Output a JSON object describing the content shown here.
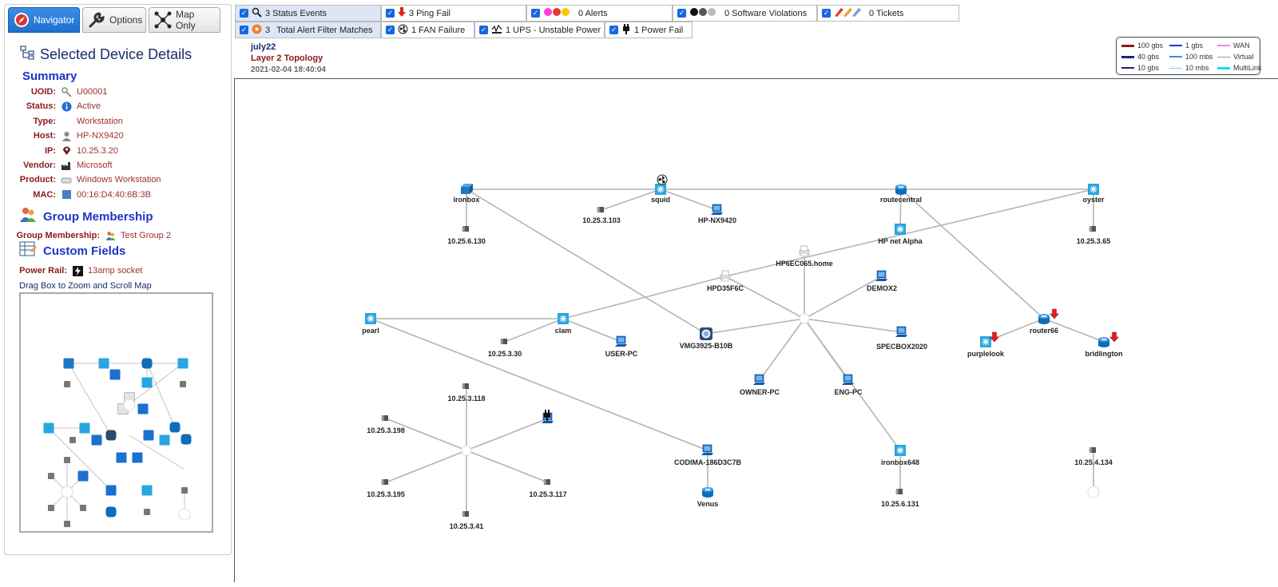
{
  "tabs": [
    {
      "label": "Navigator",
      "icon": "compass-icon",
      "active": true
    },
    {
      "label": "Options",
      "icon": "wrench-icon",
      "active": false
    },
    {
      "label": "Map Only",
      "icon": "network-icon",
      "active": false
    }
  ],
  "details": {
    "title": "Selected Device Details",
    "summary_heading": "Summary",
    "fields": [
      {
        "label": "UOID:",
        "value": "U00001",
        "icon": "key-icon"
      },
      {
        "label": "Status:",
        "value": "Active",
        "icon": "info-icon"
      },
      {
        "label": "Type:",
        "value": "Workstation",
        "icon": ""
      },
      {
        "label": "Host:",
        "value": "HP-NX9420",
        "icon": "person-icon"
      },
      {
        "label": "IP:",
        "value": "10.25.3.20",
        "icon": "location-pin-icon"
      },
      {
        "label": "Vendor:",
        "value": "Microsoft",
        "icon": "factory-icon"
      },
      {
        "label": "Product:",
        "value": "Windows Workstation",
        "icon": "product-icon"
      },
      {
        "label": "MAC:",
        "value": "00:16:D4:40:6B:3B",
        "icon": "chip-icon"
      }
    ],
    "group_heading": "Group Membership",
    "group_label": "Group Membership:",
    "group_value": "Test Group 2",
    "custom_heading": "Custom Fields",
    "custom_label": "Power Rail:",
    "custom_value": "13amp socket",
    "minimap_caption": "Drag Box to Zoom and Scroll Map"
  },
  "filters": {
    "status_events": "3 Status Events",
    "ping_fail": "3 Ping Fail",
    "alerts": "0 Alerts",
    "software_violations": "0 Software Violations",
    "tickets": "0 Tickets",
    "alert_filter_count": "3",
    "alert_filter_label": "Total Alert Filter Matches",
    "fan_failure": "1  FAN Failure",
    "ups_unstable": "1  UPS - Unstable Power",
    "power_fail": "1  Power Fail"
  },
  "map_header": {
    "name": "july22",
    "subtitle": "Layer 2 Topology",
    "timestamp": "2021-02-04 18:40:04"
  },
  "legend": {
    "items": [
      {
        "label": "100 gbs",
        "color": "#8b1a1a"
      },
      {
        "label": "40 gbs",
        "color": "#1a237e"
      },
      {
        "label": "10 gbs",
        "color": "#1a237e"
      },
      {
        "label": "1 gbs",
        "color": "#1a35e0"
      },
      {
        "label": "100 mbs",
        "color": "#3b8ee6"
      },
      {
        "label": "10 mbs",
        "color": "#8ec3f0"
      },
      {
        "label": "WAN",
        "color": "#ee82ee"
      },
      {
        "label": "Virtual",
        "color": "#999999"
      },
      {
        "label": "MultiLink",
        "color": "#00e5ee"
      }
    ]
  },
  "nodes": [
    {
      "id": "ironbox",
      "label": "ironbox",
      "type": "switch",
      "icon": "blue-box-icon"
    },
    {
      "id": "squid",
      "label": "squid",
      "type": "hub",
      "icon": "starburst-icon"
    },
    {
      "id": "routecentral",
      "label": "routecentral",
      "type": "router",
      "icon": "router-icon"
    },
    {
      "id": "oyster",
      "label": "oyster",
      "type": "hub",
      "icon": "starburst-icon"
    },
    {
      "id": "n_103",
      "label": "10.25.3.103",
      "type": "device",
      "icon": "generic-device-icon"
    },
    {
      "id": "hpnx",
      "label": "HP-NX9420",
      "type": "pc",
      "icon": "computer-icon"
    },
    {
      "id": "n_6130",
      "label": "10.25.6.130",
      "type": "device",
      "icon": "generic-device-icon"
    },
    {
      "id": "hpnet",
      "label": "HP net Alpha",
      "type": "hub",
      "icon": "starburst-icon"
    },
    {
      "id": "n_365",
      "label": "10.25.3.65",
      "type": "device",
      "icon": "generic-device-icon"
    },
    {
      "id": "hp6ec",
      "label": "HP6EC065.home",
      "type": "printer",
      "icon": "printer-icon"
    },
    {
      "id": "hpd35",
      "label": "HPD35F6C",
      "type": "printer",
      "icon": "printer-icon"
    },
    {
      "id": "demox2",
      "label": "DEMOX2",
      "type": "pc",
      "icon": "computer-icon"
    },
    {
      "id": "pearl",
      "label": "pearl",
      "type": "hub",
      "icon": "starburst-icon"
    },
    {
      "id": "clam",
      "label": "clam",
      "type": "hub",
      "icon": "starburst-icon"
    },
    {
      "id": "n_330",
      "label": "10.25.3.30",
      "type": "device",
      "icon": "generic-device-icon"
    },
    {
      "id": "userpc",
      "label": "USER-PC",
      "type": "pc",
      "icon": "computer-icon"
    },
    {
      "id": "vmg",
      "label": "VMG3925-B10B",
      "type": "modem",
      "icon": "modem-icon"
    },
    {
      "id": "specbox",
      "label": "SPECBOX2020",
      "type": "pc",
      "icon": "computer-icon"
    },
    {
      "id": "ownerpc",
      "label": "OWNER-PC",
      "type": "pc",
      "icon": "computer-icon"
    },
    {
      "id": "engpc",
      "label": "ENG-PC",
      "type": "pc",
      "icon": "computer-icon"
    },
    {
      "id": "router66",
      "label": "router66",
      "type": "router",
      "icon": "router-icon"
    },
    {
      "id": "purplelook",
      "label": "purplelook",
      "type": "hub",
      "icon": "starburst-icon"
    },
    {
      "id": "bridlington",
      "label": "bridlington",
      "type": "router",
      "icon": "router-icon"
    },
    {
      "id": "n_3118",
      "label": "10.25.3.118",
      "type": "device",
      "icon": "generic-device-icon"
    },
    {
      "id": "n_3198",
      "label": "10.25.3.198",
      "type": "device",
      "icon": "generic-device-icon"
    },
    {
      "id": "n_3195",
      "label": "10.25.3.195",
      "type": "device",
      "icon": "generic-device-icon"
    },
    {
      "id": "n_341",
      "label": "10.25.3.41",
      "type": "device",
      "icon": "generic-device-icon"
    },
    {
      "id": "n_3117",
      "label": "10.25.3.117",
      "type": "device",
      "icon": "generic-device-icon"
    },
    {
      "id": "pc_bot",
      "label": "",
      "type": "pc",
      "icon": "computer-icon"
    },
    {
      "id": "codima",
      "label": "CODIMA-186D3C7B",
      "type": "pc",
      "icon": "computer-icon"
    },
    {
      "id": "venus",
      "label": "Venus",
      "type": "router",
      "icon": "router-icon"
    },
    {
      "id": "ironbox648",
      "label": "ironbox648",
      "type": "hub",
      "icon": "starburst-icon"
    },
    {
      "id": "n_6131",
      "label": "10.25.6.131",
      "type": "device",
      "icon": "generic-device-icon"
    },
    {
      "id": "n_4134",
      "label": "10.25.4.134",
      "type": "device",
      "icon": "generic-device-icon"
    }
  ]
}
